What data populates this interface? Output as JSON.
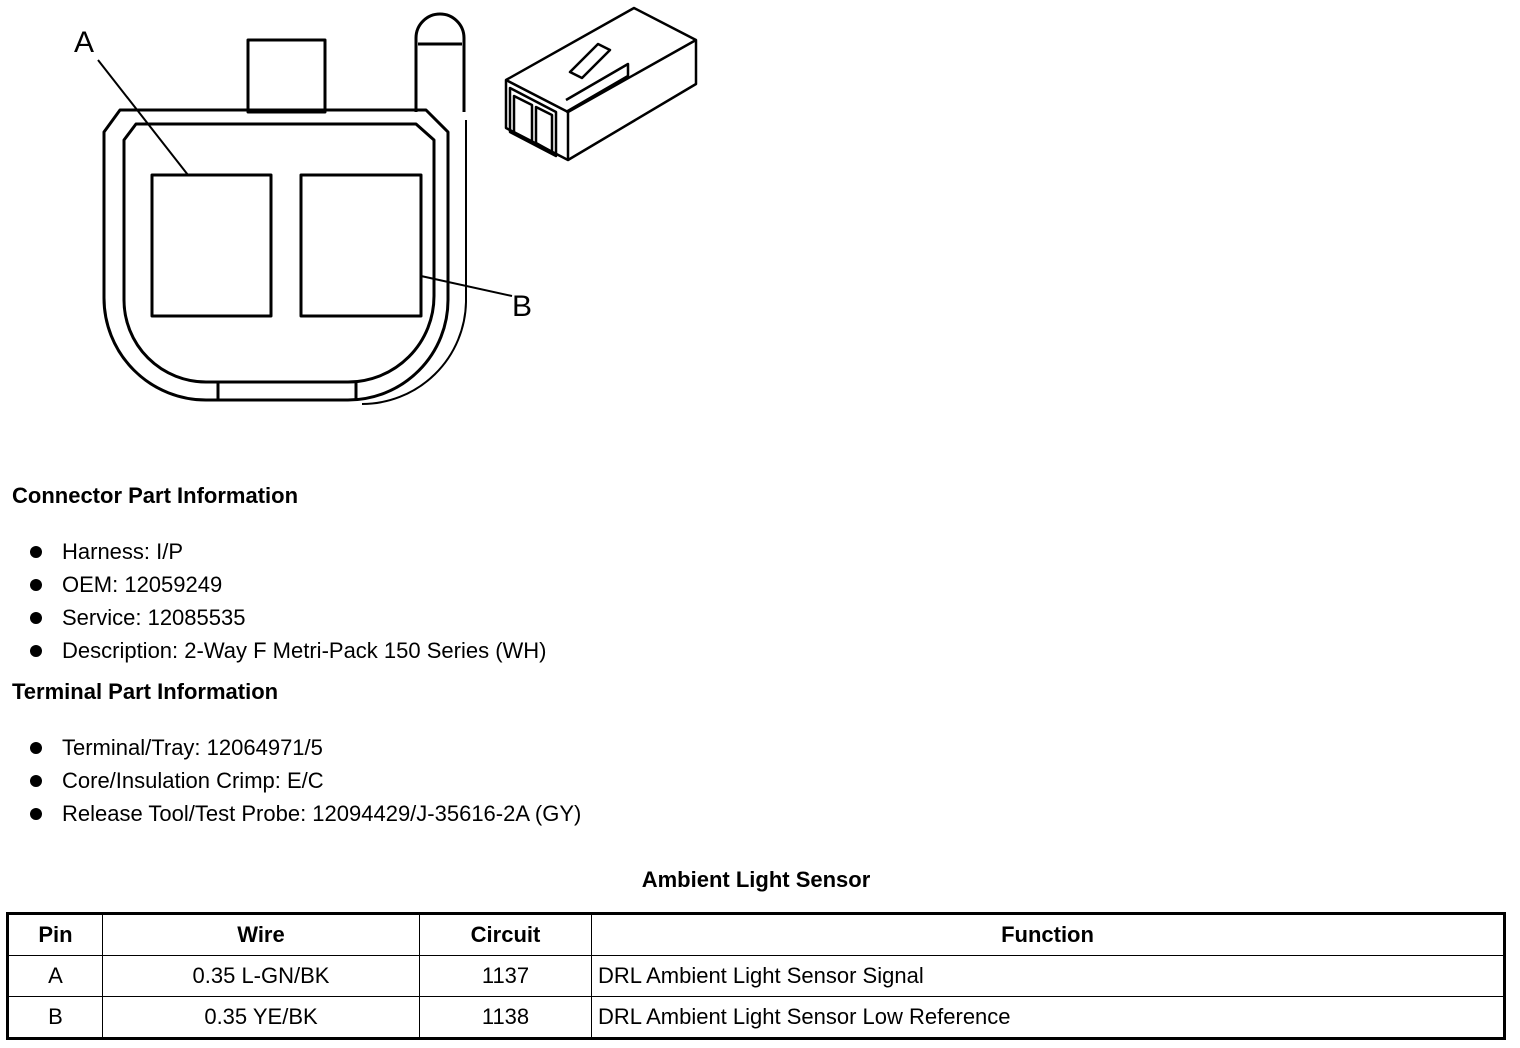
{
  "diagram": {
    "pin_labels": [
      "A",
      "B"
    ]
  },
  "connector_info": {
    "heading": "Connector Part Information",
    "items": [
      "Harness: I/P",
      "OEM: 12059249",
      "Service: 12085535",
      "Description: 2-Way F Metri-Pack 150 Series (WH)"
    ]
  },
  "terminal_info": {
    "heading": "Terminal Part Information",
    "items": [
      "Terminal/Tray: 12064971/5",
      "Core/Insulation Crimp: E/C",
      "Release Tool/Test Probe: 12094429/J-35616-2A (GY)"
    ]
  },
  "pin_table": {
    "title": "Ambient Light Sensor",
    "headers": [
      "Pin",
      "Wire",
      "Circuit",
      "Function"
    ],
    "rows": [
      [
        "A",
        "0.35 L-GN/BK",
        "1137",
        "DRL Ambient Light Sensor Signal"
      ],
      [
        "B",
        "0.35 YE/BK",
        "1138",
        "DRL Ambient Light Sensor Low Reference"
      ]
    ]
  }
}
